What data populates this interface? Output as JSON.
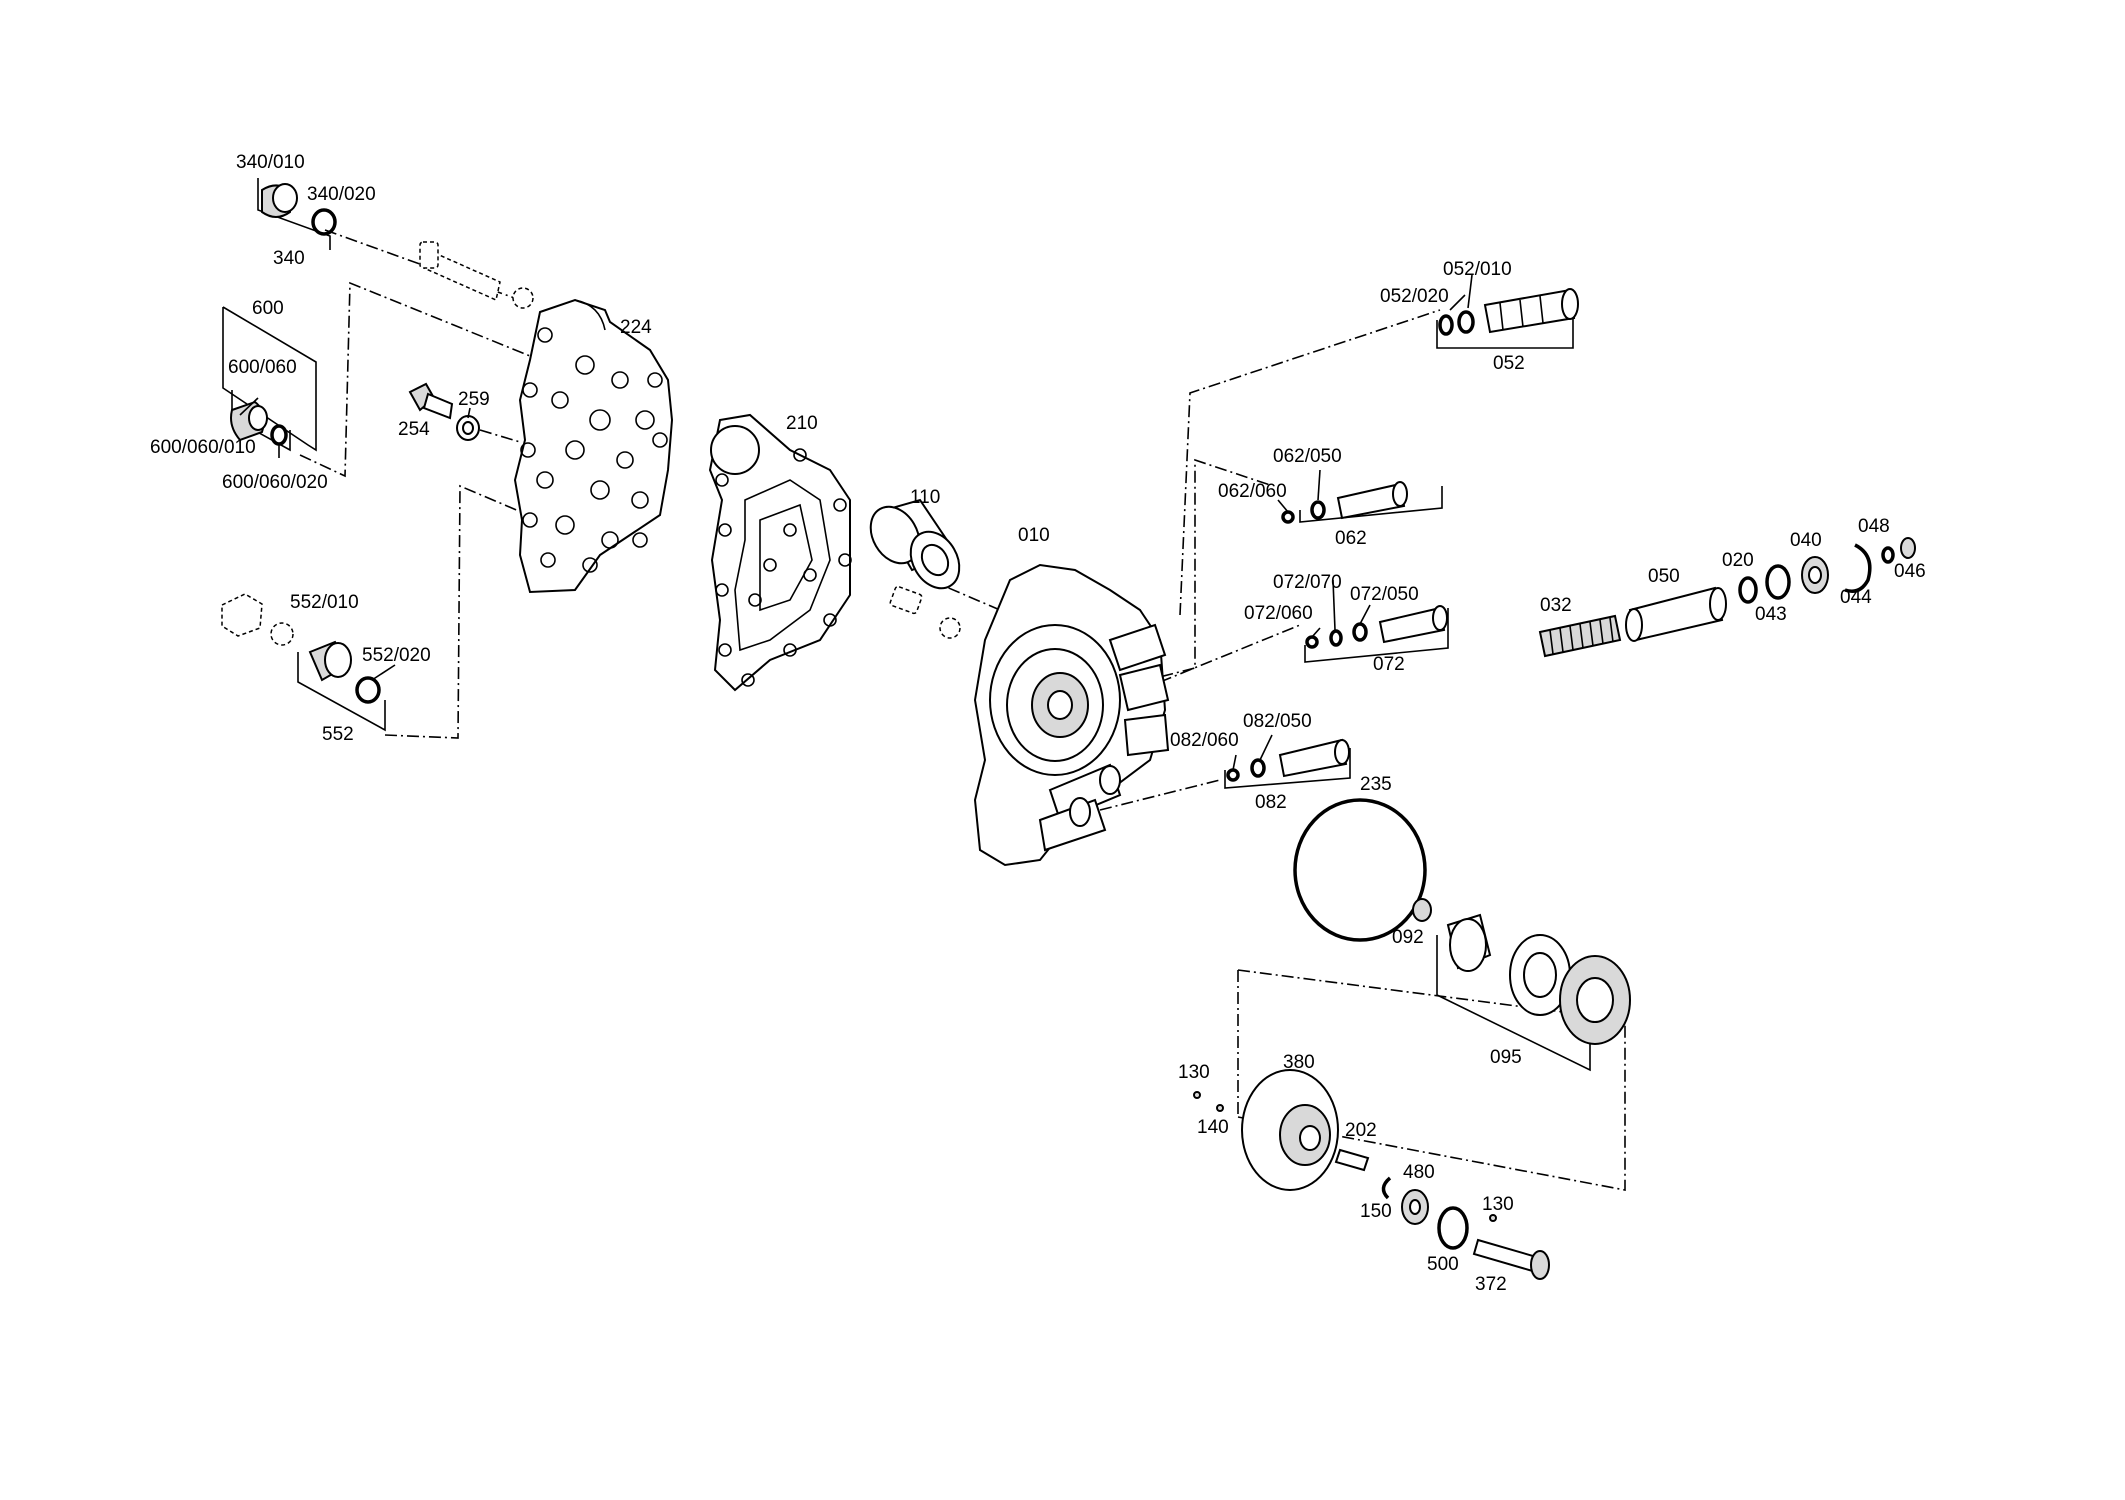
{
  "labels": {
    "p340_010": "340/010",
    "p340_020": "340/020",
    "p340": "340",
    "p600": "600",
    "p600_060": "600/060",
    "p600_060_010": "600/060/010",
    "p600_060_020": "600/060/020",
    "p254": "254",
    "p259": "259",
    "p224": "224",
    "p210": "210",
    "p110": "110",
    "p552_010": "552/010",
    "p552_020": "552/020",
    "p552": "552",
    "p010": "010",
    "p052_010": "052/010",
    "p052_020": "052/020",
    "p052": "052",
    "p062_050": "062/050",
    "p062_060": "062/060",
    "p062": "062",
    "p072_070": "072/070",
    "p072_050": "072/050",
    "p072_060": "072/060",
    "p072": "072",
    "p082_050": "082/050",
    "p082_060": "082/060",
    "p082": "082",
    "p032": "032",
    "p050": "050",
    "p020": "020",
    "p043": "043",
    "p040": "040",
    "p044": "044",
    "p048": "048",
    "p046": "046",
    "p235": "235",
    "p092": "092",
    "p095": "095",
    "p130a": "130",
    "p140": "140",
    "p380": "380",
    "p202": "202",
    "p480": "480",
    "p150": "150",
    "p130b": "130",
    "p500": "500",
    "p372": "372"
  }
}
